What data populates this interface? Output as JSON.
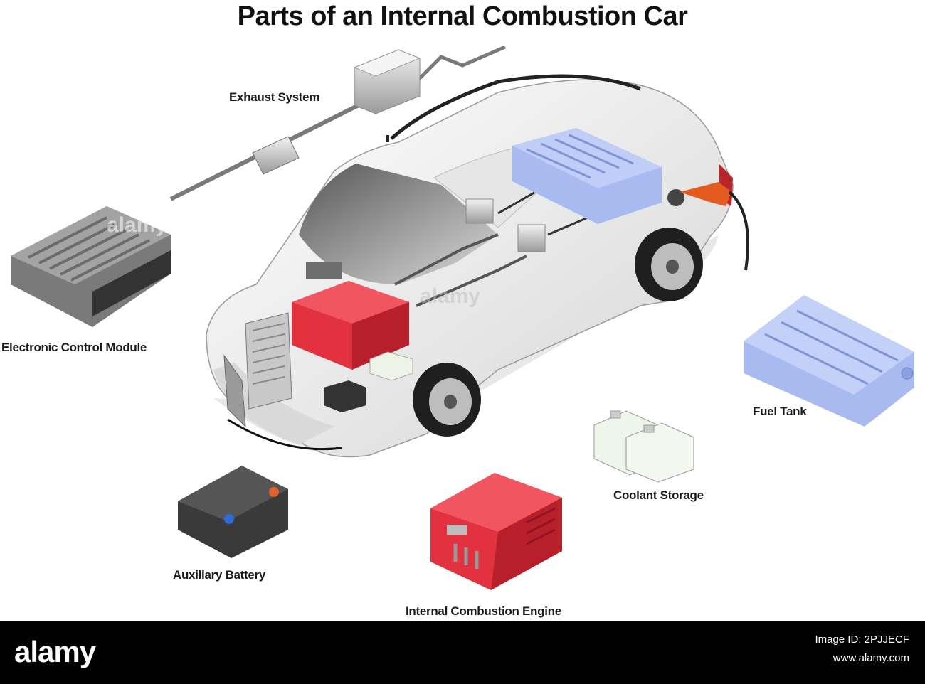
{
  "title": "Parts of an Internal Combustion Car",
  "labels": {
    "exhaust": "Exhaust System",
    "ecm": "Electronic Control Module",
    "fuel_tank": "Fuel Tank",
    "coolant": "Coolant Storage",
    "battery": "Auxillary Battery",
    "engine": "Internal Combustion Engine"
  },
  "watermark": "alamy",
  "footer": {
    "brand": "alamy",
    "image_id": "Image ID: 2PJJECF",
    "site": "www.alamy.com"
  },
  "colors": {
    "engine": "#e2323f",
    "tank": "#a9baf0",
    "body": "#f3f3f3",
    "nozzle": "#e35b1e"
  }
}
